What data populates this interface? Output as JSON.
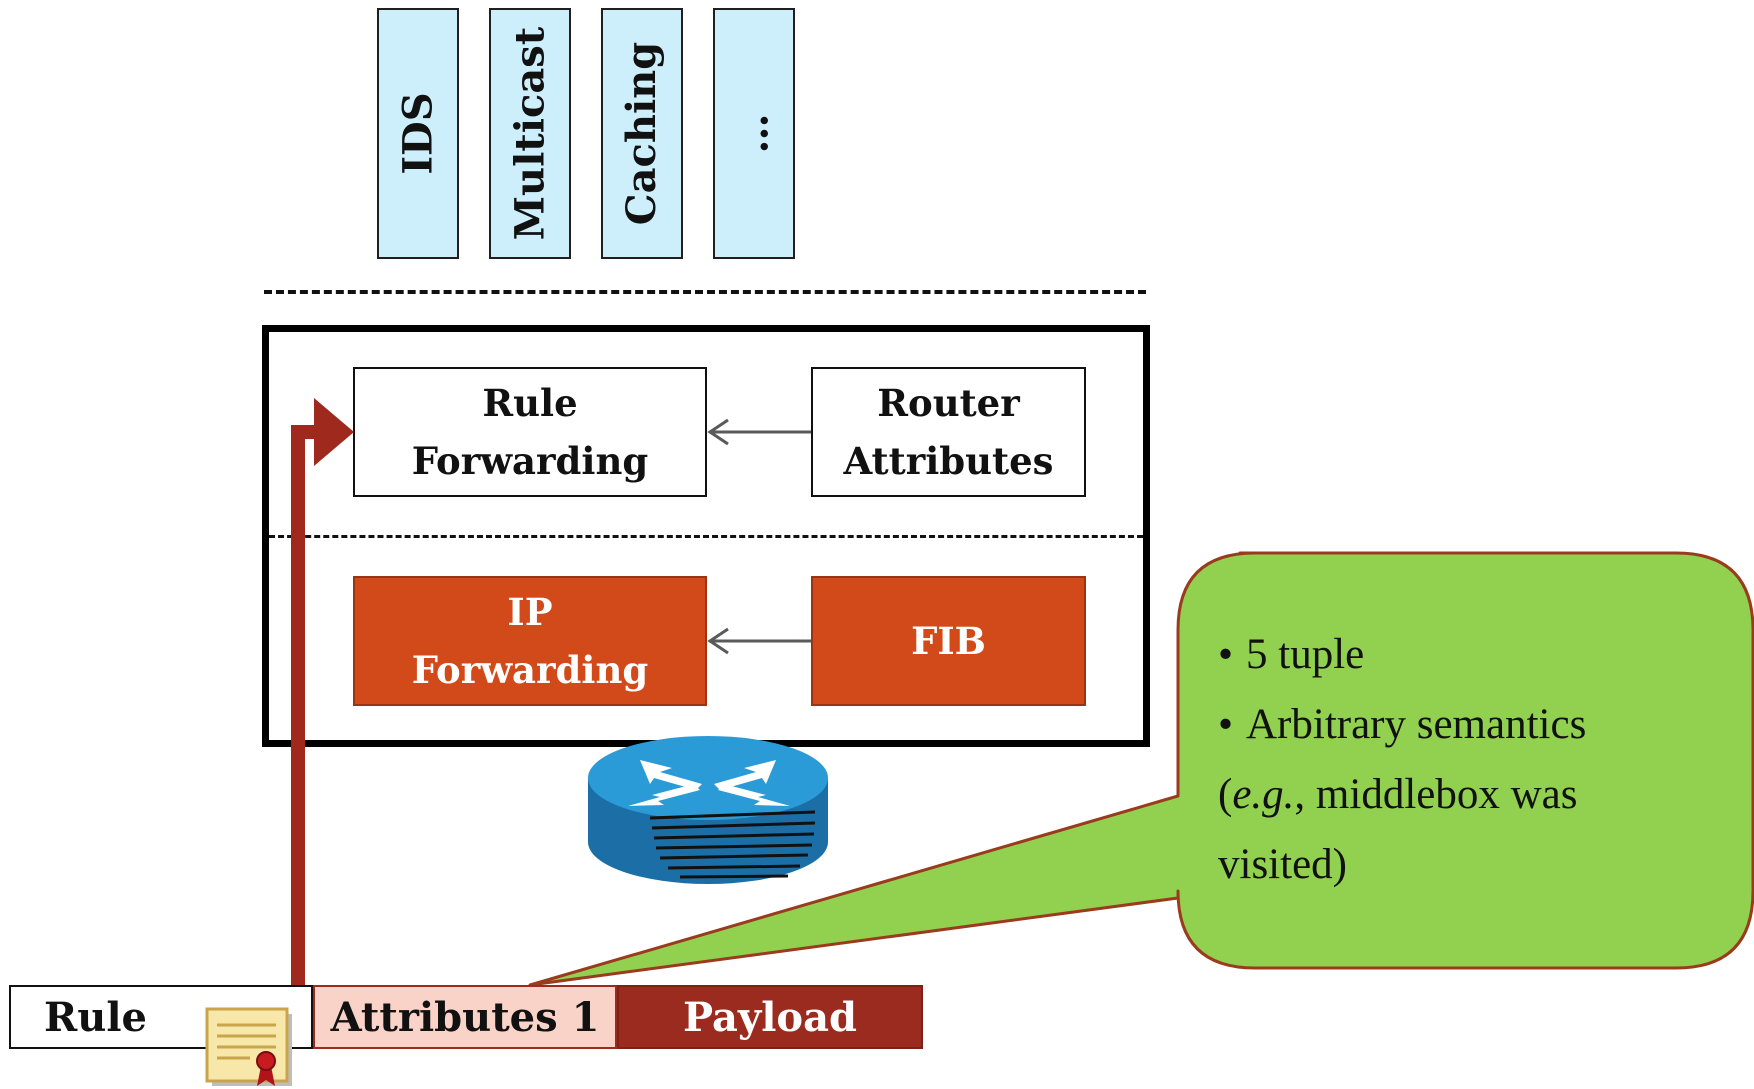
{
  "services": [
    {
      "label": "IDS"
    },
    {
      "label": "Multicast"
    },
    {
      "label": "Caching"
    },
    {
      "label": "…"
    }
  ],
  "router": {
    "rule_forwarding": {
      "line1": "Rule",
      "line2": "Forwarding"
    },
    "router_attributes": {
      "line1": "Router",
      "line2": "Attributes"
    },
    "ip_forwarding": {
      "line1": "IP",
      "line2": "Forwarding"
    },
    "fib": {
      "label": "FIB"
    }
  },
  "packet": {
    "rule": "Rule",
    "attributes": "Attributes 1",
    "payload": "Payload"
  },
  "callout": {
    "bullet1": "5 tuple",
    "bullet2": "Arbitrary semantics",
    "eg": "e.g.",
    "line3_rest": ", middlebox was",
    "line4": "visited)"
  },
  "colors": {
    "service_fill": "#cdeefb",
    "orange": "#d24a19",
    "arrow_red": "#a0291d",
    "attributes_fill": "#f9d3c7",
    "payload_fill": "#9b2a1f",
    "callout_fill": "#92d050",
    "router_blue": "#1f8fc7"
  }
}
